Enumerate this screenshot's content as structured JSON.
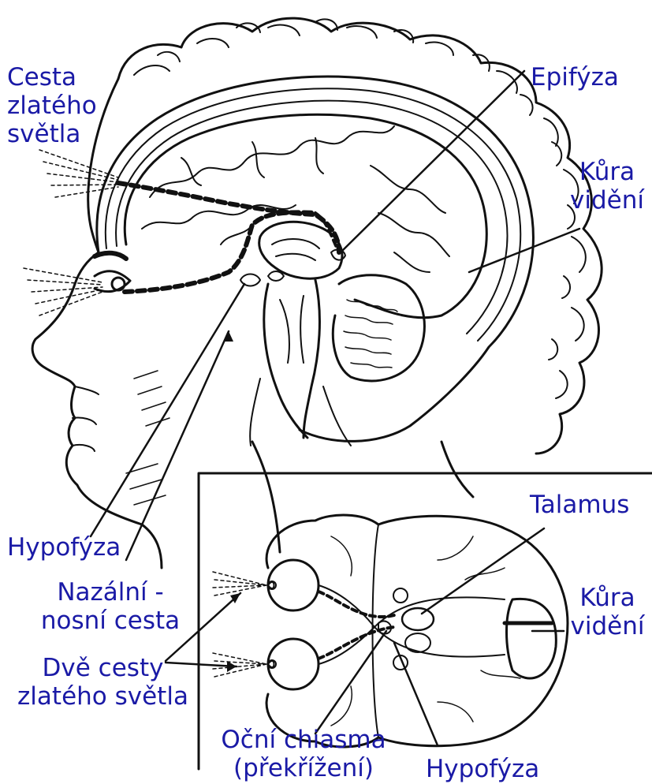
{
  "colors": {
    "label": "#1a1aa6",
    "ink": "#111111",
    "paper": "#ffffff"
  },
  "labels": {
    "cesta_1": "Cesta",
    "cesta_2": "zlatého",
    "cesta_3": "světla",
    "epifyza": "Epifýza",
    "kura_top_1": "Kůra",
    "kura_top_2": "vidění",
    "hypofyza_main": "Hypofýza",
    "nazalni_1": "Nazální -",
    "nazalni_2": "nosní cesta",
    "dve_1": "Dvě cesty",
    "dve_2": "zlatého světla",
    "talamus": "Talamus",
    "kura_inset_1": "Kůra",
    "kura_inset_2": "vidění",
    "chiasma_1": "Oční chiasma",
    "chiasma_2": "(překřížení)",
    "hypofyza_inset": "Hypofýza"
  },
  "icons": [
    "head-profile-illustration",
    "brain-top-view-illustration"
  ]
}
